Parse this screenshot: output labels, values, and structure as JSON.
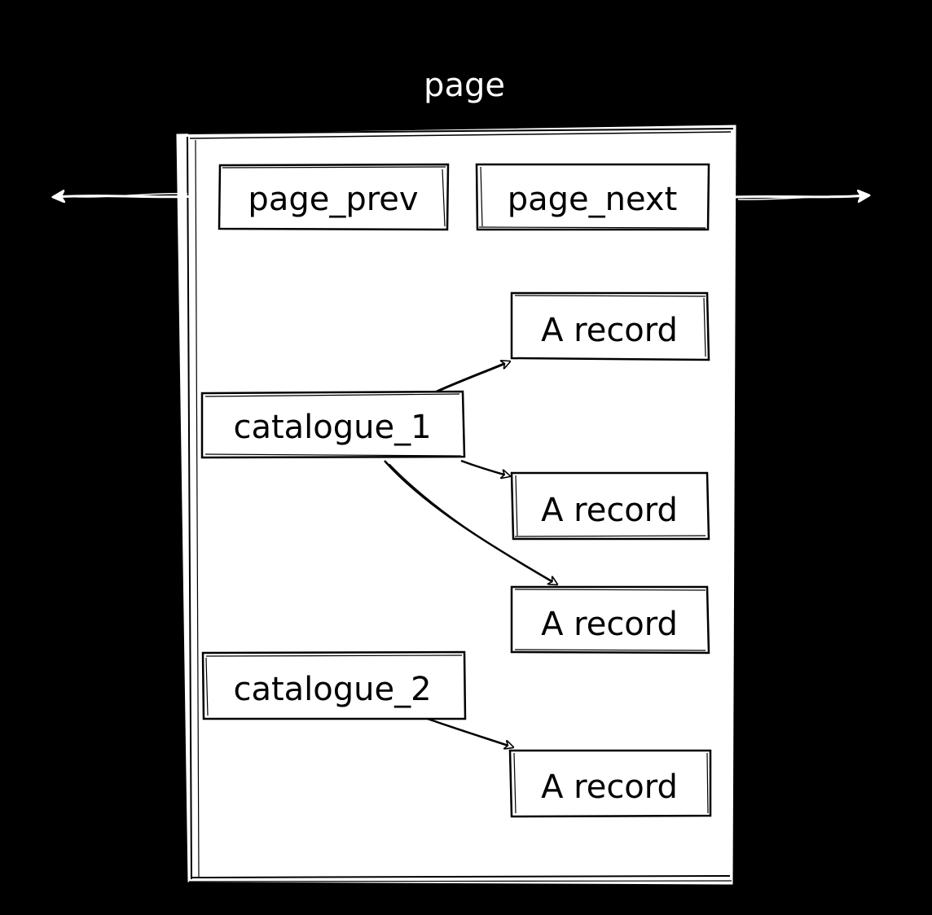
{
  "title": "page",
  "colors": {
    "background": "#000000",
    "page_fill": "#ffffff",
    "stroke": "#000000",
    "outer_arrows": "#ffffff"
  },
  "nodes": {
    "page_prev": "page_prev",
    "page_next": "page_next",
    "catalogue_1": "catalogue_1",
    "catalogue_2": "catalogue_2",
    "record_1": "A record",
    "record_2": "A record",
    "record_3": "A record",
    "record_4": "A record"
  },
  "edges": [
    {
      "from": "page",
      "to": "prev",
      "label": ""
    },
    {
      "from": "page",
      "to": "next",
      "label": ""
    },
    {
      "from": "catalogue_1",
      "to": "record_1",
      "label": ""
    },
    {
      "from": "catalogue_1",
      "to": "record_2",
      "label": ""
    },
    {
      "from": "catalogue_1",
      "to": "record_3",
      "label": ""
    },
    {
      "from": "catalogue_2",
      "to": "record_4",
      "label": ""
    }
  ]
}
